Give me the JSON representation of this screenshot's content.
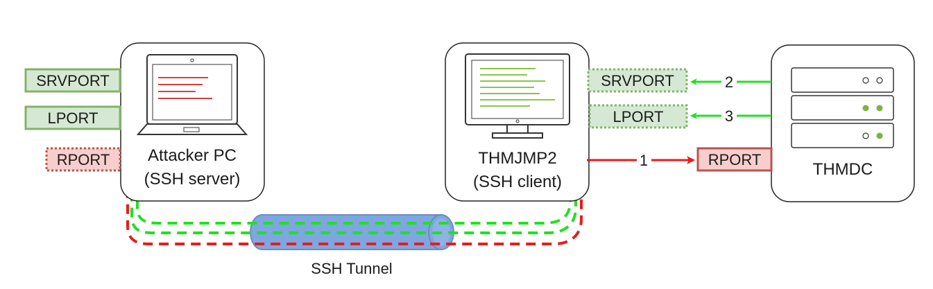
{
  "nodes": {
    "attacker": {
      "title_line1": "Attacker PC",
      "title_line2": "(SSH server)"
    },
    "jump": {
      "title_line1": "THMJMP2",
      "title_line2": "(SSH client)"
    },
    "dc": {
      "title": "THMDC"
    }
  },
  "ports": {
    "attacker_srvport": "SRVPORT",
    "attacker_lport": "LPORT",
    "attacker_rport": "RPORT",
    "jump_srvport": "SRVPORT",
    "jump_lport": "LPORT",
    "jump_rport": "RPORT"
  },
  "arrows": {
    "step_rport": "1",
    "step_srvport": "2",
    "step_lport": "3"
  },
  "tunnel": {
    "label": "SSH Tunnel"
  },
  "colors": {
    "green_line": "#22e022",
    "red_line": "#e81c1c",
    "green_box_fill": "#d5e8d4",
    "green_box_stroke": "#82b366",
    "red_box_fill": "#f8cecc",
    "red_box_stroke": "#b85450",
    "tunnel_fill": "#7ea6e0",
    "tunnel_stroke": "#6c8ebf",
    "server_led_green": "#7cb342"
  },
  "icons": {
    "attacker": "laptop-icon",
    "jump": "monitor-icon",
    "dc": "server-rack-icon"
  }
}
